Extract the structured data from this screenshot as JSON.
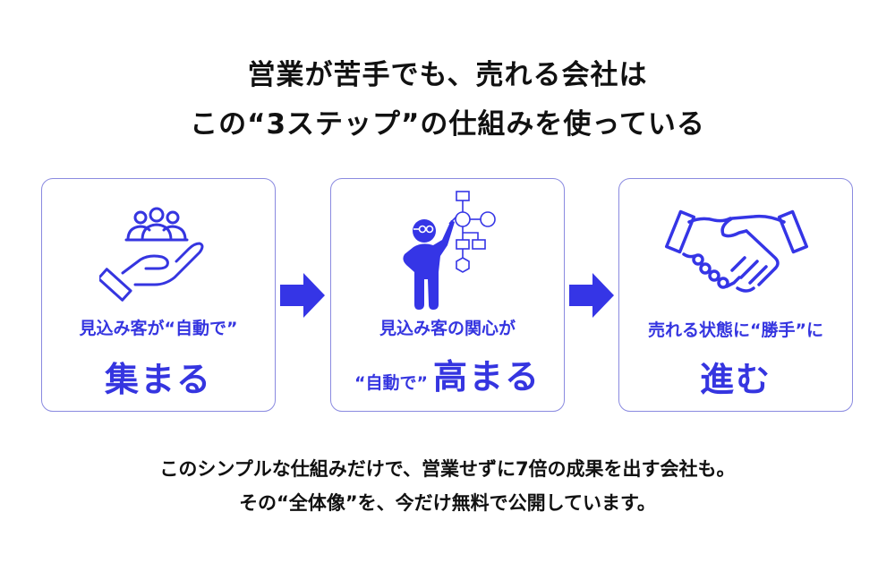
{
  "headline": {
    "line1": "営業が苦手でも、売れる会社は",
    "line2": "この“3ステップ”の仕組みを使っている"
  },
  "colors": {
    "accent": "#3535e0",
    "card_border": "#8a8ae0",
    "text": "#111111"
  },
  "steps": [
    {
      "icon": "hand-holding-people-icon",
      "subtitle": "見込み客が“自動で”",
      "title": "集まる"
    },
    {
      "icon": "person-presenting-flowchart-icon",
      "subtitle": "見込み客の関心が",
      "prefix": "“自動で”",
      "title": "高まる"
    },
    {
      "icon": "handshake-icon",
      "subtitle": "売れる状態に“勝手”に",
      "title": "進む"
    }
  ],
  "arrows": [
    "arrow-right-icon",
    "arrow-right-icon"
  ],
  "footer": {
    "line1": "このシンプルな仕組みだけで、営業せずに7倍の成果を出す会社も。",
    "line2": "その“全体像”を、今だけ無料で公開しています。"
  }
}
